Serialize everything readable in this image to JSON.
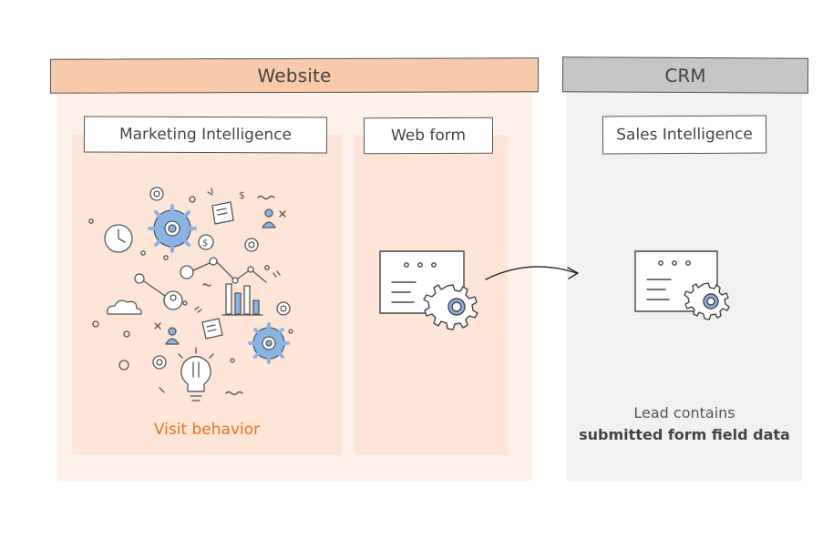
{
  "website": {
    "header": "Website",
    "marketing_label": "Marketing Intelligence",
    "webform_label": "Web form",
    "visit_behavior": "Visit behavior"
  },
  "crm": {
    "header": "CRM",
    "sales_label": "Sales Intelligence",
    "lead_line1": "Lead contains",
    "lead_line2": "submitted form field data"
  },
  "colors": {
    "website_header": "#f8c9aa",
    "website_panel": "#fdf1ea",
    "inner_panel": "#fde6d8",
    "crm_header": "#c6c6c6",
    "crm_panel": "#f1f1f1",
    "accent_blue": "#8bb4e6",
    "accent_orange": "#e8711f"
  }
}
